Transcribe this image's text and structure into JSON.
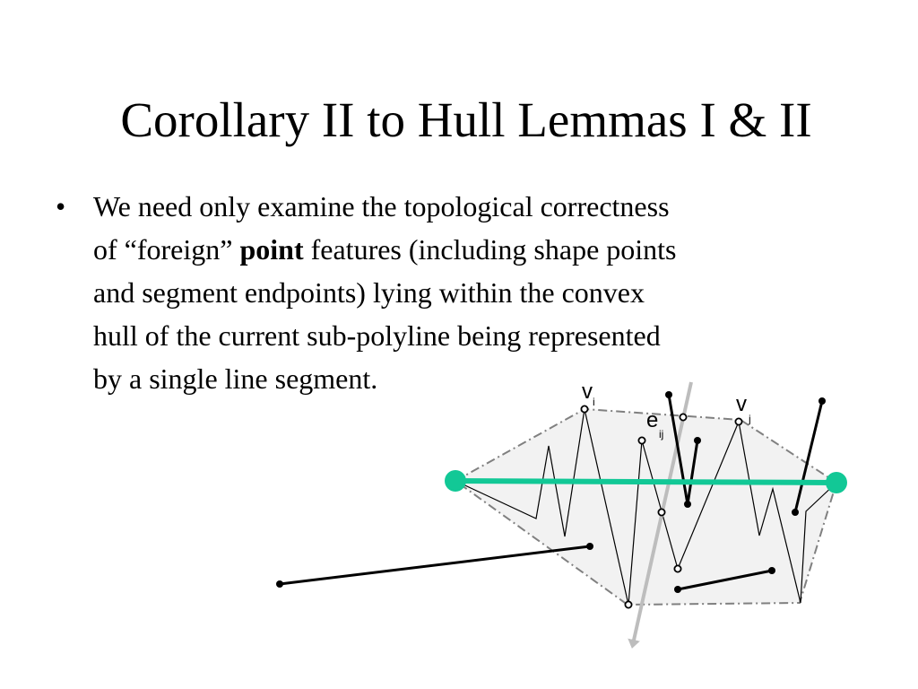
{
  "slide": {
    "title": "Corollary II to Hull Lemmas I & II",
    "bullet_symbol": "•",
    "bullet_lines": [
      "We need only examine the topological correctness",
      "of “foreign” ",
      "point",
      " features (including shape points",
      "and segment endpoints) lying within the convex",
      "hull of the current sub-polyline being represented",
      "by a single line segment."
    ]
  },
  "diagram": {
    "labels": {
      "vi_main": "v",
      "vi_sub": "i",
      "vj_main": "v",
      "vj_sub": "j",
      "eij_main": "e",
      "eij_sub": "ij"
    },
    "colors": {
      "hull_fill": "#f2f2f2",
      "hull_stroke": "#808080",
      "segment": "#12c896",
      "arrow": "#bdbdbd",
      "line": "#000000"
    }
  }
}
